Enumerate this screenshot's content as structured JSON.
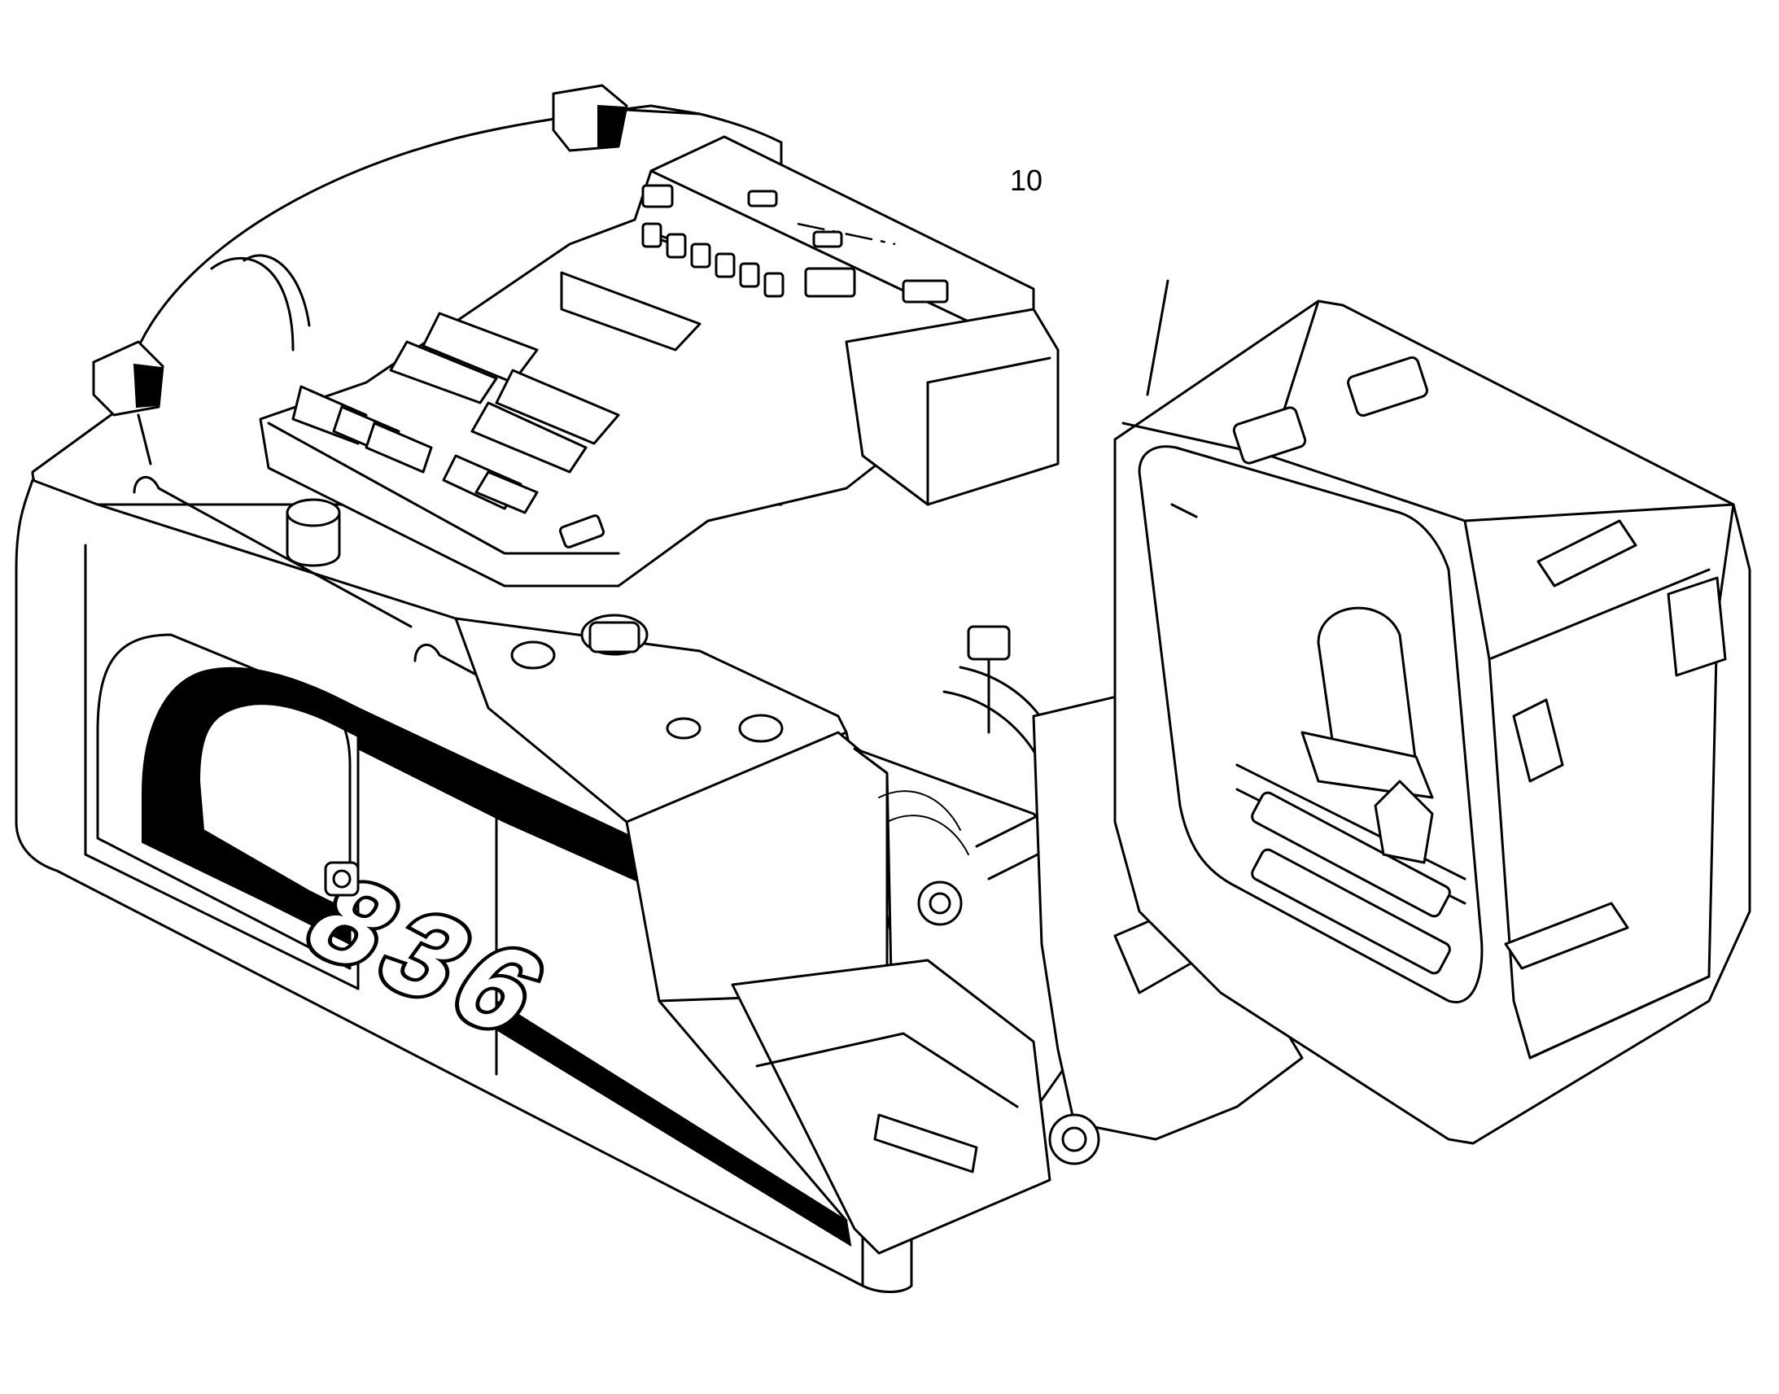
{
  "diagram": {
    "callouts": [
      {
        "id": "callout-10",
        "label": "10"
      }
    ],
    "decals": {
      "model_number": "836"
    }
  }
}
